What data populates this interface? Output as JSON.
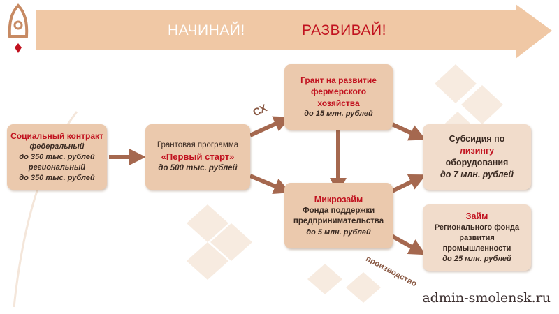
{
  "banner": {
    "left_text": "НАЧИНАЙ!",
    "right_text": "РАЗВИВАЙ!"
  },
  "boxes": {
    "social": {
      "title": "Социальный контракт",
      "line1": "федеральный",
      "line2": "до 350 тыс. рублей",
      "line3": "региональный",
      "line4": "до 350 тыс. рублей"
    },
    "grant_program": {
      "line1": "Грантовая программа",
      "line2": "«Первый старт»",
      "line3": "до 500 тыс. рублей"
    },
    "farm_grant": {
      "line1": "Грант на развитие",
      "line2": "фермерского",
      "line3": "хозяйства",
      "line4": "до 15 млн. рублей"
    },
    "microloan": {
      "line1": "Микрозайм",
      "line2": "Фонда поддержки",
      "line3": "предпринимательства",
      "line4": "до 5 млн. рублей"
    },
    "leasing": {
      "line1": "Субсидия по",
      "line2": "лизингу",
      "line3": "оборудования",
      "line4": "до 7 млн. рублей"
    },
    "loan": {
      "line1": "Займ",
      "line2": "Регионального фонда",
      "line3": "развития",
      "line4": "промышленности",
      "line5": "до 25 млн. рублей"
    }
  },
  "labels": {
    "cx": "СХ",
    "production": "производство"
  },
  "watermark": "admin-smolensk.ru",
  "colors": {
    "banner": "#f0c8a5",
    "arrow": "#a5684f",
    "accent_red": "#c1121f",
    "box_dark": "#ebc9ad",
    "box_light": "#f1dccb"
  }
}
